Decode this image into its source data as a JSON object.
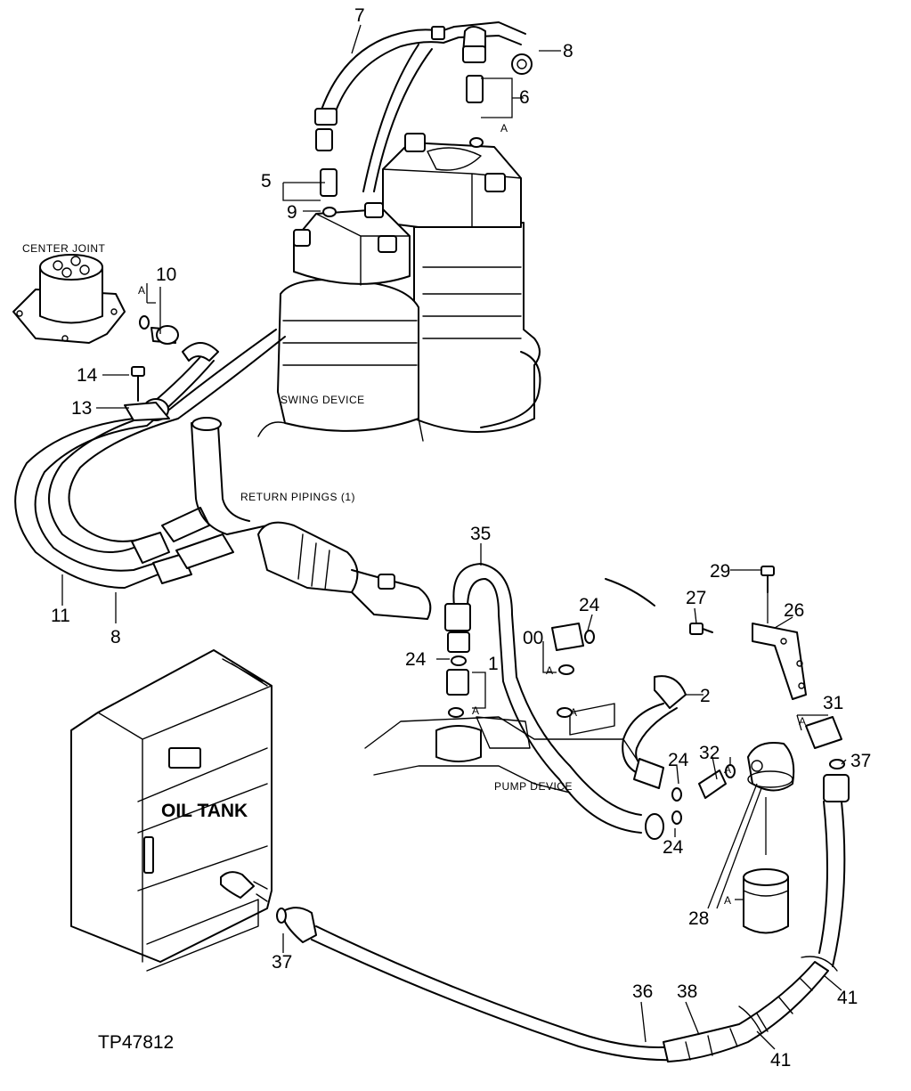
{
  "diagram": {
    "drawing_id": "TP47812",
    "components": {
      "center_joint": "CENTER JOINT",
      "swing_device": "SWING DEVICE",
      "return_pipings": "RETURN PIPINGS (1)",
      "pump_device": "PUMP DEVICE",
      "oil_tank": "OIL TANK"
    },
    "callouts": {
      "c1": "1",
      "c2": "2",
      "c5": "5",
      "c6": "6",
      "c7": "7",
      "c8_top": "8",
      "c8_bottom": "8",
      "c9": "9",
      "c10": "10",
      "c11": "11",
      "c13": "13",
      "c14": "14",
      "c24_a": "24",
      "c24_b": "24",
      "c24_c": "24",
      "c24_d": "24",
      "c26": "26",
      "c27": "27",
      "c28": "28",
      "c29": "29",
      "c31": "31",
      "c32": "32",
      "c35": "35",
      "c36": "36",
      "c37_a": "37",
      "c37_b": "37",
      "c38": "38",
      "c41_a": "41",
      "c41_b": "41",
      "c00": "00"
    },
    "group_markers": {
      "a1": "A",
      "a2": "A",
      "a3": "A",
      "a4": "A",
      "a5": "A",
      "a6": "A",
      "a7": "A",
      "a8": "A"
    }
  }
}
